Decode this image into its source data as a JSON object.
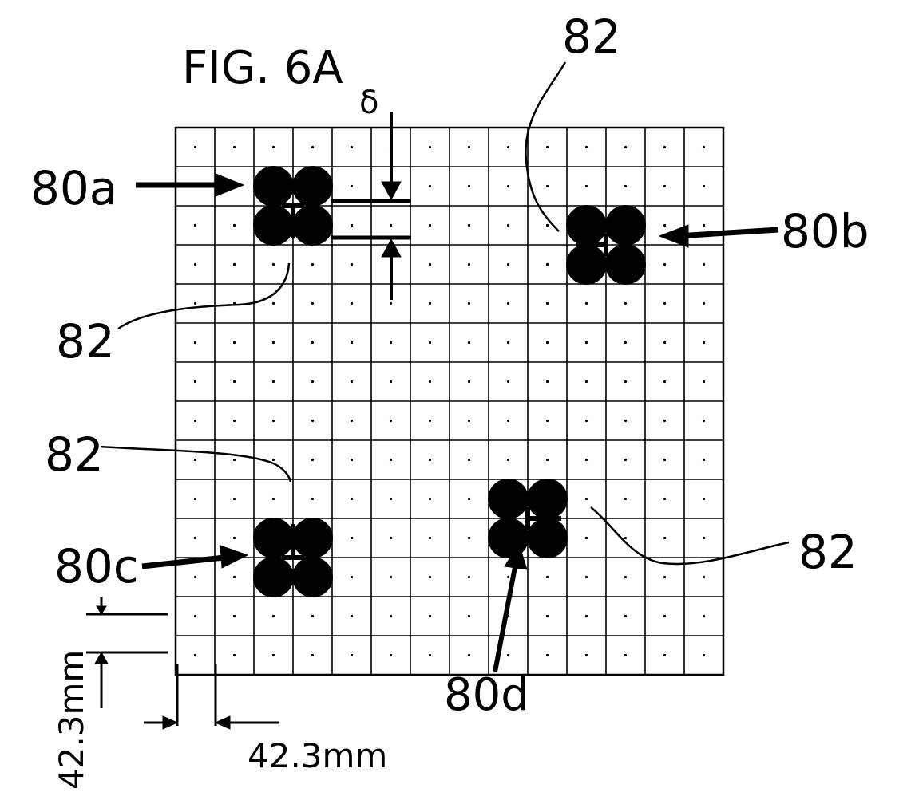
{
  "figure": {
    "title": "FIG. 6A",
    "delta_symbol": "δ",
    "grid": {
      "rows": 14,
      "cols": 14,
      "cell_dot": true
    }
  },
  "labels": {
    "ref_80a": "80a",
    "ref_80b": "80b",
    "ref_80c": "80c",
    "ref_80d": "80d",
    "ref_82_top": "82",
    "ref_82_left": "82",
    "ref_82_lower_left": "82",
    "ref_82_right": "82"
  },
  "dimensions": {
    "horizontal": "42.3mm",
    "vertical": "42.3mm"
  },
  "clusters": [
    {
      "id": "80a",
      "row": 1,
      "col": 2,
      "marker": "bottom"
    },
    {
      "id": "80b",
      "row": 2,
      "col": 10,
      "marker": "left"
    },
    {
      "id": "80c",
      "row": 10,
      "col": 2,
      "marker": "top"
    },
    {
      "id": "80d",
      "row": 9,
      "col": 8,
      "marker": "right"
    }
  ]
}
